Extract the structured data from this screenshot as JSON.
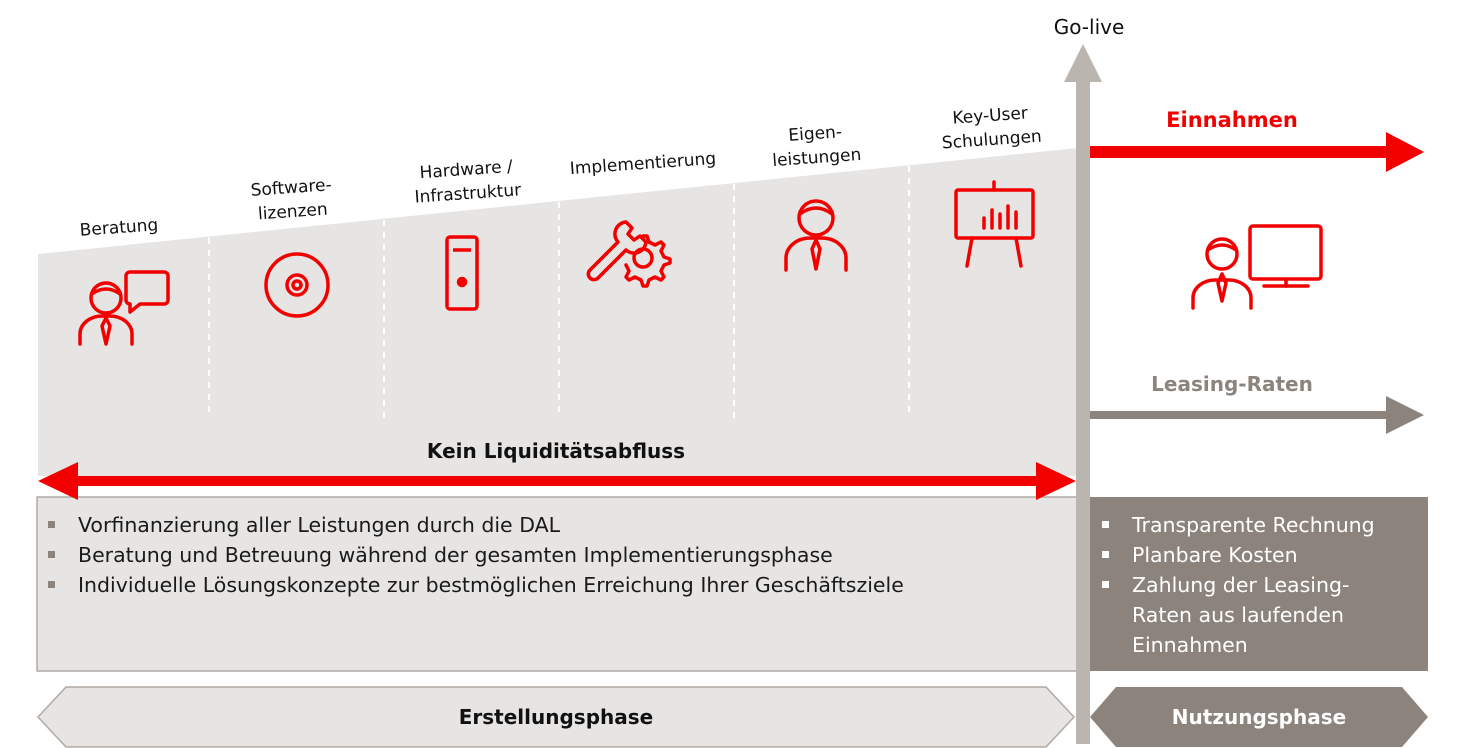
{
  "colors": {
    "red": "#f20000",
    "gray_light": "#e7e5e3",
    "gray_border": "#b0aaa4",
    "gray_mid": "#8c847c",
    "gray_axis": "#bab5ae",
    "gray_text": "#8c847c"
  },
  "golive": {
    "label": "Go-live"
  },
  "steps": [
    {
      "label": "Beratung",
      "icon": "consultant-speech-icon"
    },
    {
      "label": "Software-\nlizenzen",
      "icon": "cd-disc-icon"
    },
    {
      "label": "Hardware /\nInfrastruktur",
      "icon": "server-tower-icon"
    },
    {
      "label": "Implementierung",
      "icon": "wrench-gear-icon"
    },
    {
      "label": "Eigen-\nleistungen",
      "icon": "person-icon"
    },
    {
      "label": "Key-User\nSchulungen",
      "icon": "presentation-board-icon"
    }
  ],
  "no_outflow": {
    "label": "Kein Liquiditätsabfluss"
  },
  "left_bullets": [
    "Vorfinanzierung aller Leistungen durch die DAL",
    "Beratung und Betreuung während der gesamten Implementierungsphase",
    "Individuelle Lösungskonzepte zur bestmöglichen Erreichung Ihrer Geschäftsziele"
  ],
  "right": {
    "income_label": "Einnahmen",
    "leasing_label": "Leasing-Raten",
    "icon": "user-computer-icon",
    "bullets": [
      "Transparente Rechnung",
      "Planbare Kosten",
      "Zahlung der Leasing-\nRaten aus laufenden\nEinnahmen"
    ]
  },
  "phases": {
    "build": "Erstellungsphase",
    "use": "Nutzungsphase"
  }
}
